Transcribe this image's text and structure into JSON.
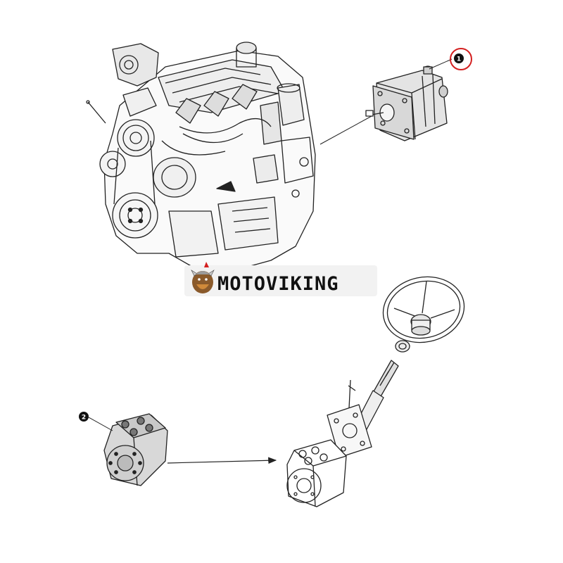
{
  "watermark": {
    "brand": "MOTOVIKING",
    "icon": "viking-mascot-icon"
  },
  "callouts": [
    {
      "label": "1",
      "part": "hydraulic-pump",
      "highlighted": true
    },
    {
      "label": "2",
      "part": "steering-unit",
      "highlighted": false
    }
  ],
  "colors": {
    "line": "#222222",
    "highlight_ring": "#d42020",
    "callout_fill": "#111111",
    "watermark_bg": "#f2f2f2"
  }
}
